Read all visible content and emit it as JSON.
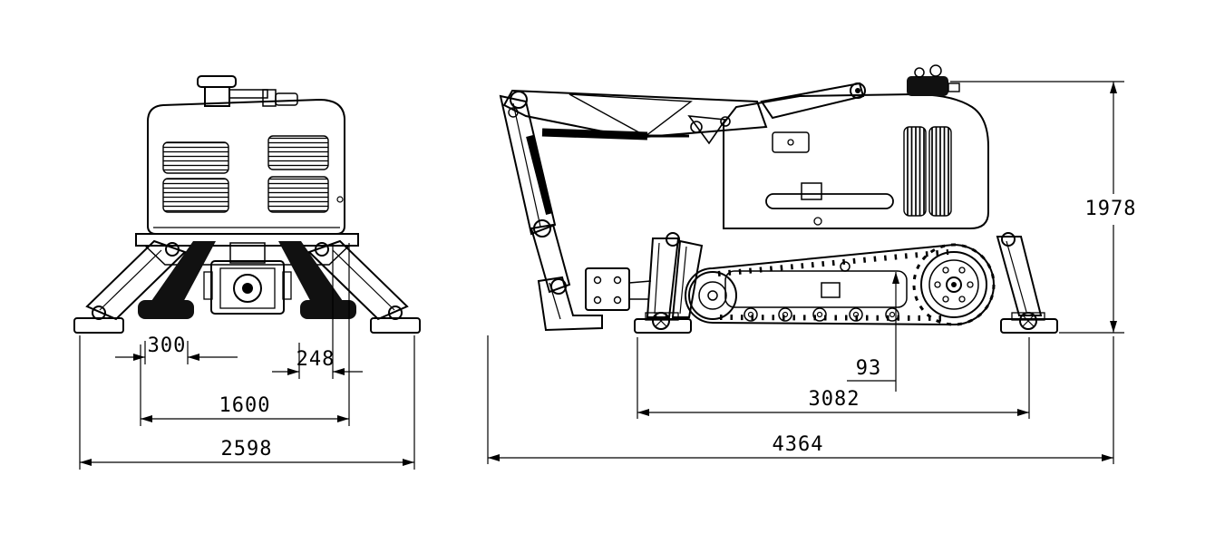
{
  "colors": {
    "stroke": "#000000",
    "background": "#ffffff"
  },
  "front_view": {
    "dimensions": {
      "d300": "300",
      "d248": "248",
      "d1600": "1600",
      "d2598": "2598"
    }
  },
  "side_view": {
    "dimensions": {
      "d93": "93",
      "d3082": "3082",
      "d4364": "4364",
      "d1978": "1978"
    }
  }
}
